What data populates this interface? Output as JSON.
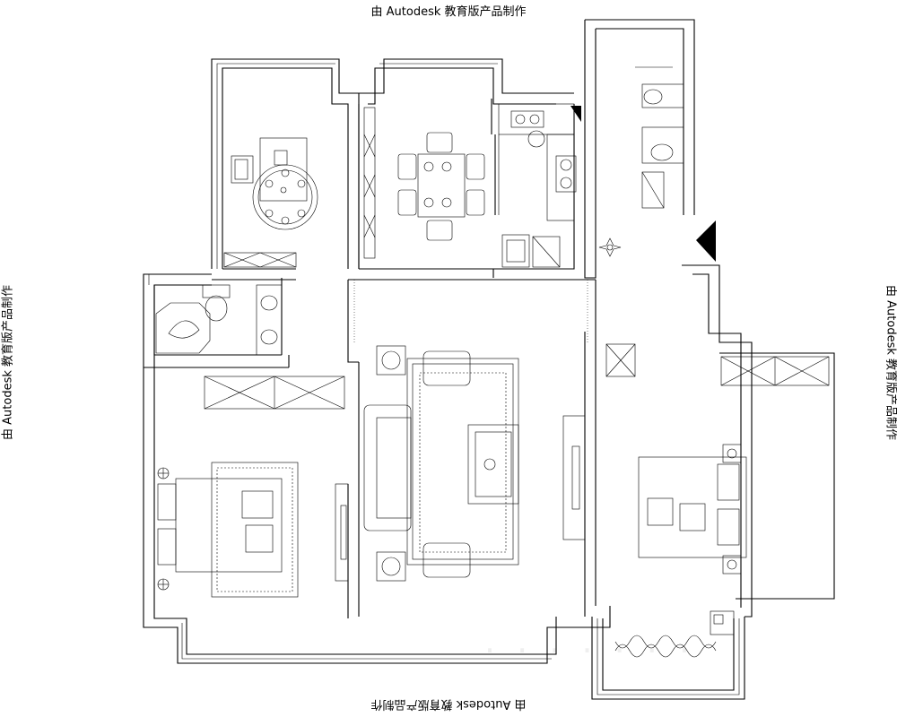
{
  "watermarks": {
    "top": "由 Autodesk 教育版产品制作",
    "left": "由 Autodesk 教育版产品制作",
    "right": "由 Autodesk 教育版产品制作",
    "bottom": "由 Autodesk 教育版产品制作"
  },
  "ghost_watermark": "· · · · · · ·",
  "icons": {
    "north": "north-arrow-icon",
    "compass": "compass-rose-icon"
  },
  "colors": {
    "ink": "#000000",
    "paper": "#ffffff"
  }
}
